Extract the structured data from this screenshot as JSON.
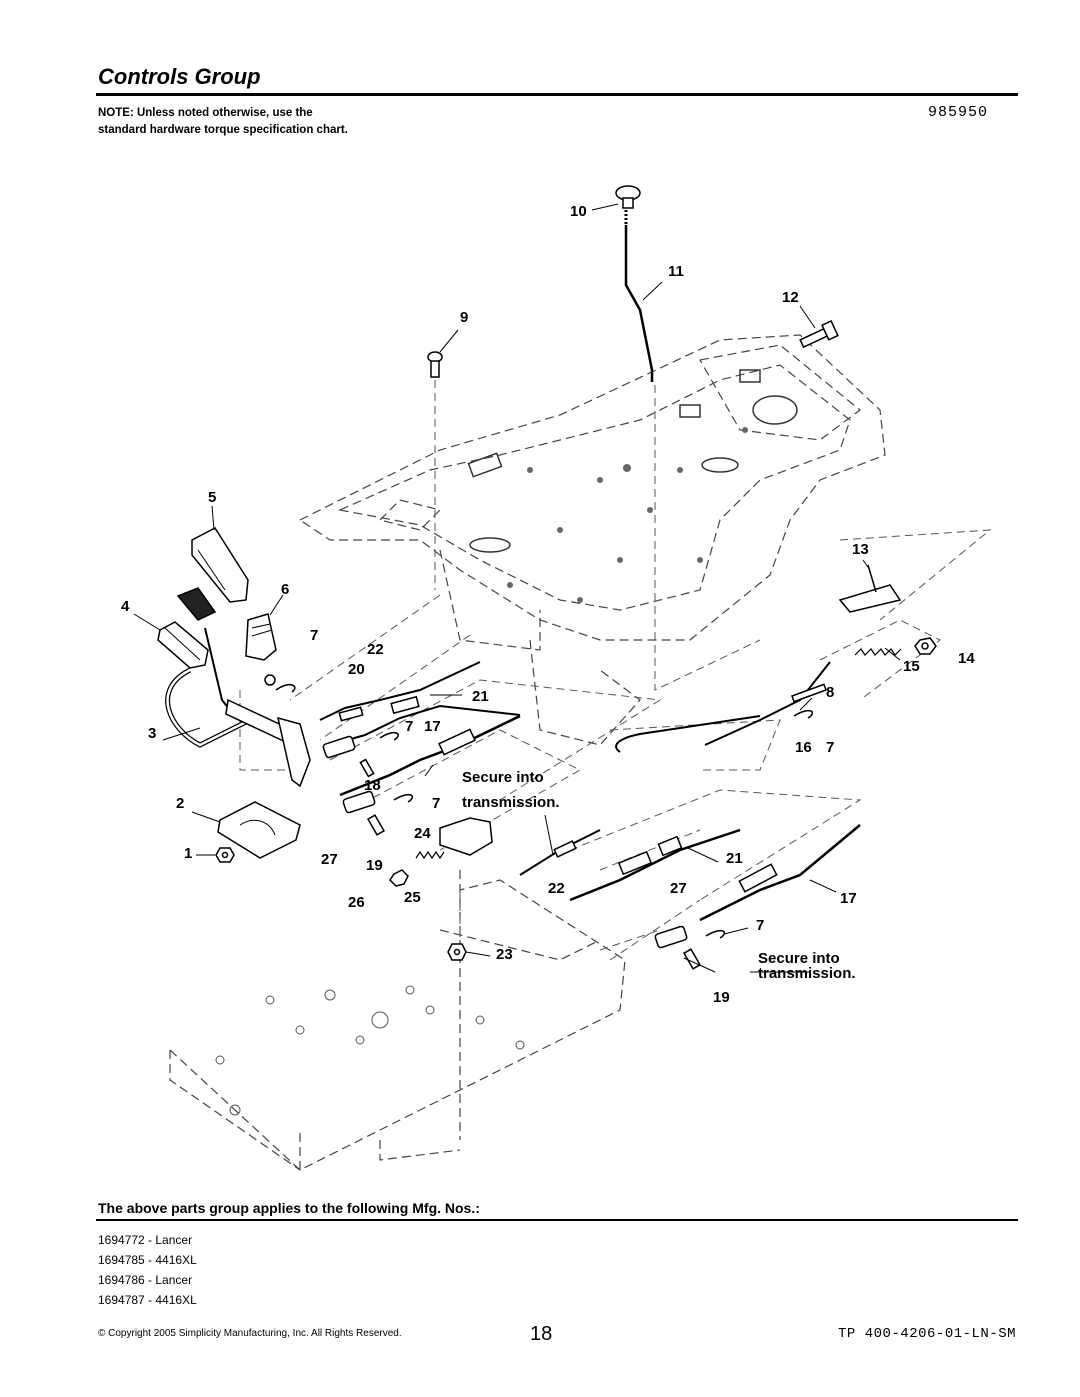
{
  "header": {
    "title": "Controls Group",
    "note": "NOTE: Unless noted otherwise, use the standard hardware torque specification chart.",
    "diagram_id": "985950"
  },
  "diagram": {
    "callouts": {
      "c1": "1",
      "c2": "2",
      "c3": "3",
      "c4": "4",
      "c5": "5",
      "c6": "6",
      "c7a": "7",
      "c7b": "7",
      "c7c": "7",
      "c7d": "7",
      "c7e": "7",
      "c8": "8",
      "c9": "9",
      "c10": "10",
      "c11": "11",
      "c12": "12",
      "c13": "13",
      "c14": "14",
      "c15": "15",
      "c16": "16",
      "c17a": "17",
      "c17b": "17",
      "c18": "18",
      "c19a": "19",
      "c19b": "19",
      "c20": "20",
      "c21a": "21",
      "c21b": "21",
      "c22a": "22",
      "c22b": "22",
      "c23": "23",
      "c24": "24",
      "c25": "25",
      "c26": "26",
      "c27a": "27",
      "c27b": "27"
    },
    "secure_note_1": [
      "Secure into",
      "transmission."
    ],
    "secure_note_2": [
      "Secure into",
      "transmission."
    ]
  },
  "applicability": {
    "heading": "The above parts group applies to the following Mfg. Nos.:",
    "models": [
      "1694772 - Lancer",
      "1694785 - 4416XL",
      "1694786 - Lancer",
      "1694787 - 4416XL"
    ]
  },
  "footer": {
    "copyright": "© Copyright 2005 Simplicity Manufacturing, Inc. All Rights Reserved.",
    "page_number": "18",
    "doc_code": "TP 400-4206-01-LN-SM"
  }
}
